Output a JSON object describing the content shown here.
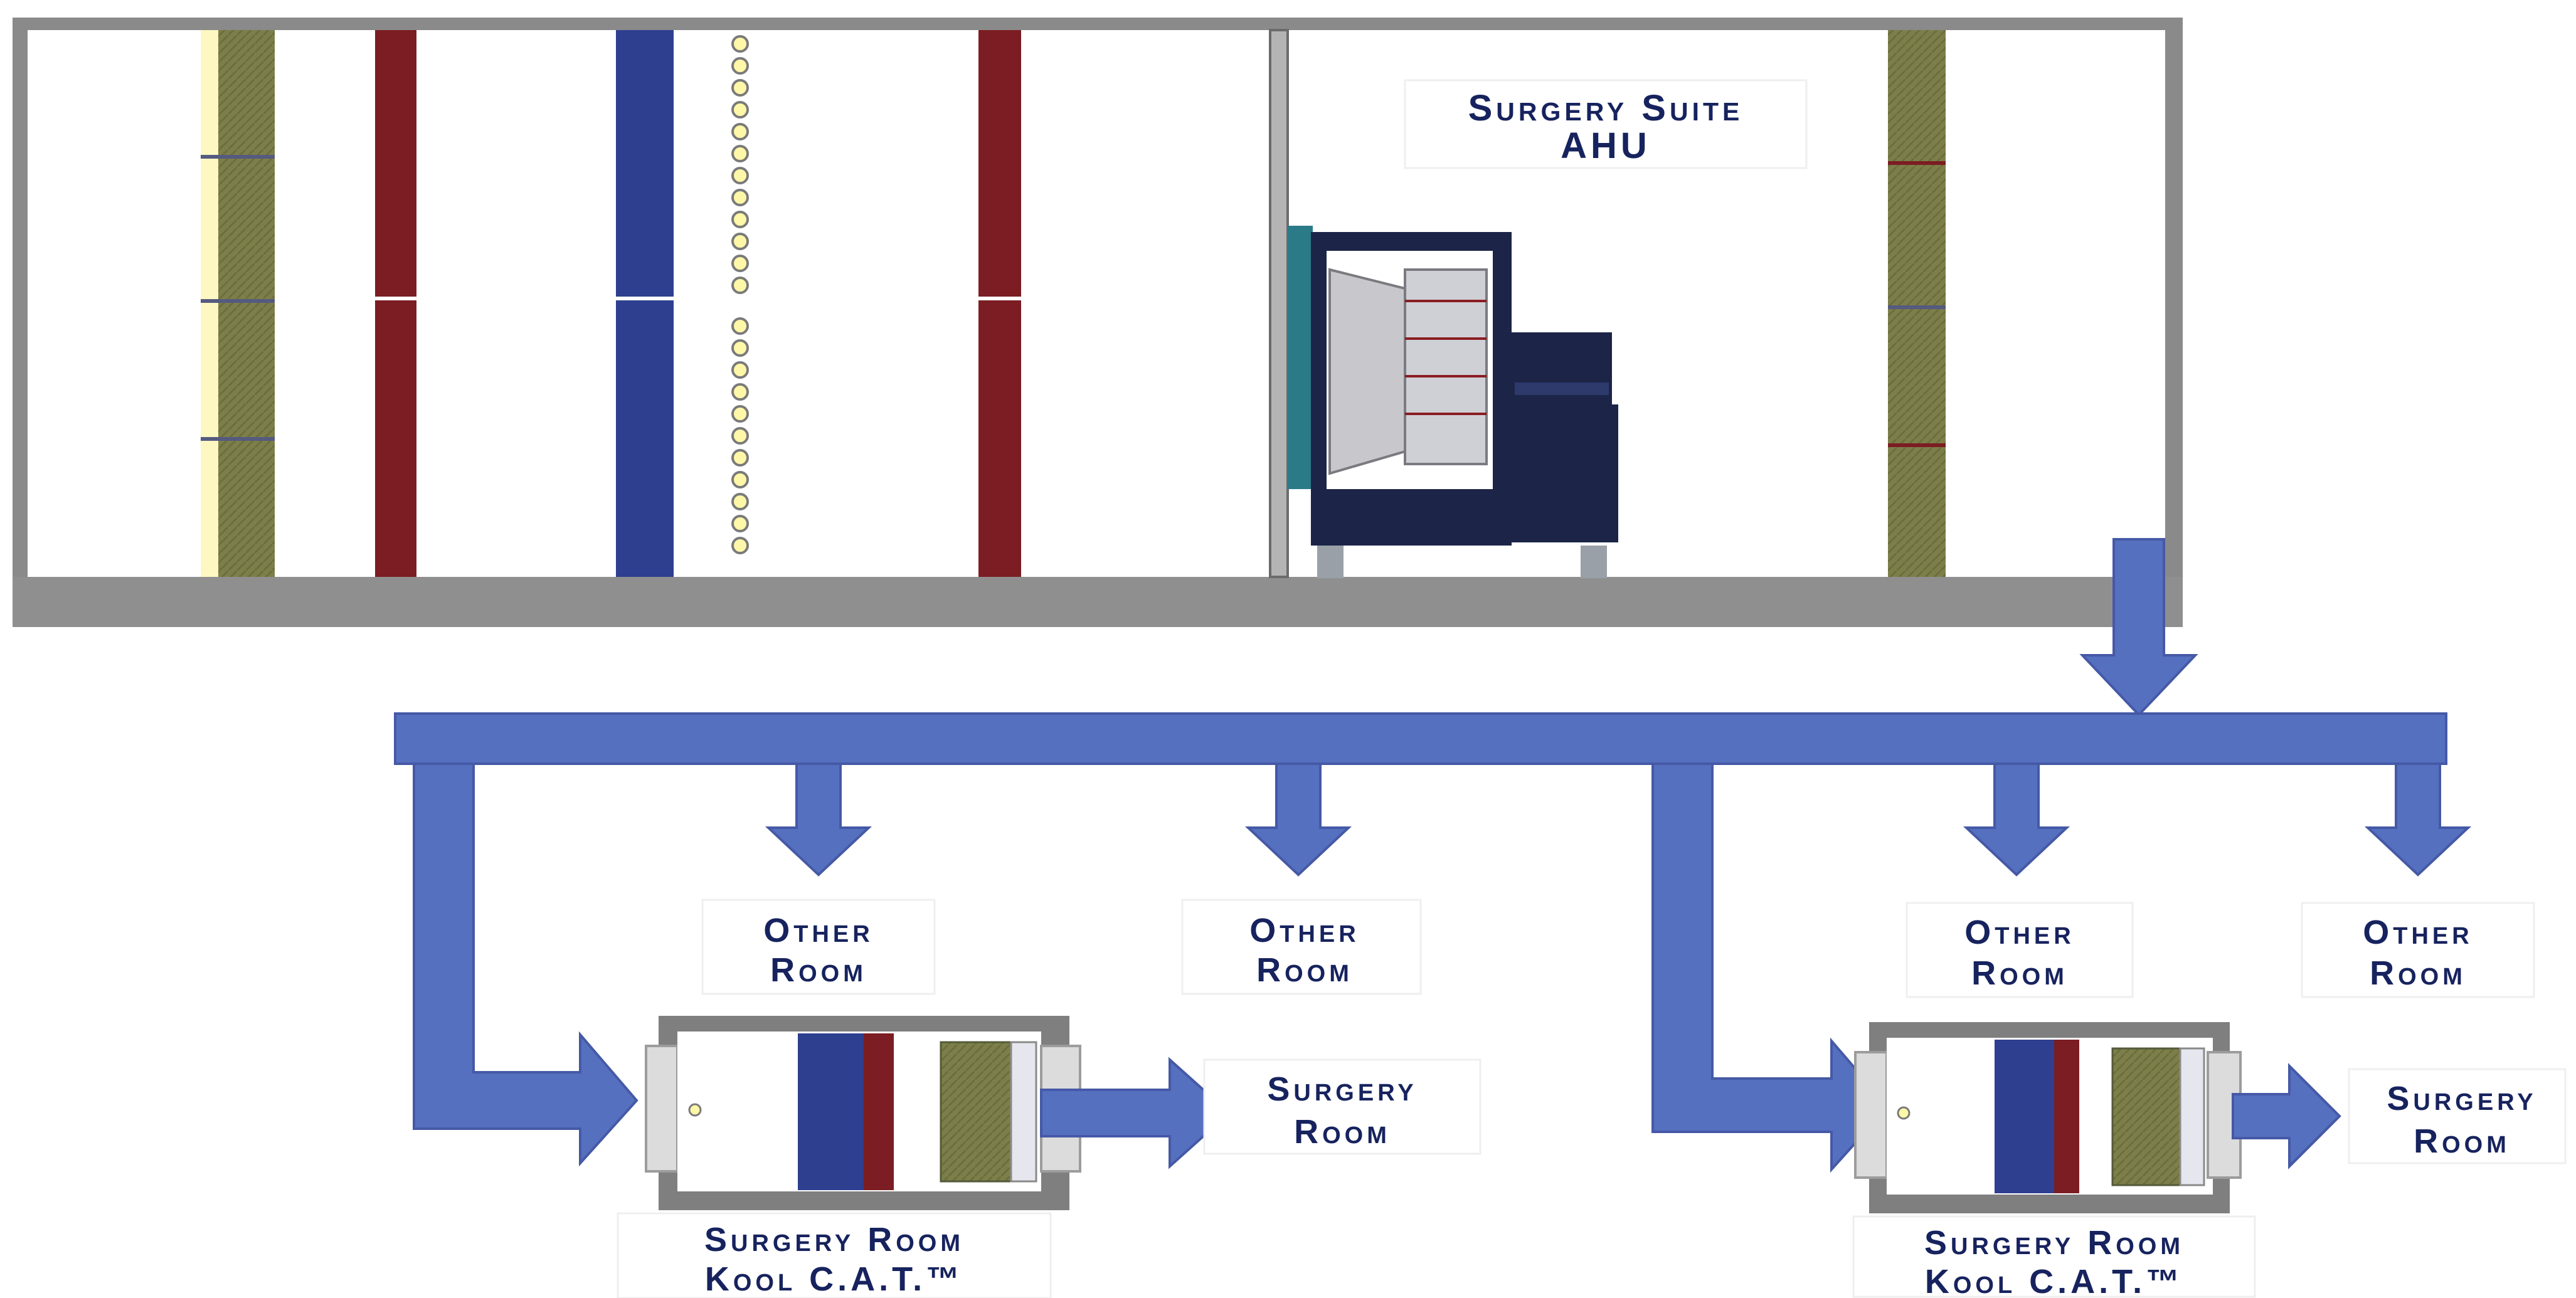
{
  "labels": {
    "ahu_line1": "Surgery Suite",
    "ahu_line2": "AHU",
    "other_room_line1": "Other",
    "other_room_line2": "Room",
    "surgery_room_line1": "Surgery",
    "surgery_room_line2": "Room",
    "kool_cat_line1": "Surgery Room",
    "kool_cat_line2": "Kool C.A.T.™"
  },
  "colors": {
    "casing": "#8a8a8a",
    "filter": "#7d7f4a",
    "reheat_coil": "#7b1d22",
    "cooling_coil": "#2e3f8f",
    "airflow_arrow": "#5670c0",
    "fan": "#1c2547",
    "label_text": "#17235e"
  }
}
